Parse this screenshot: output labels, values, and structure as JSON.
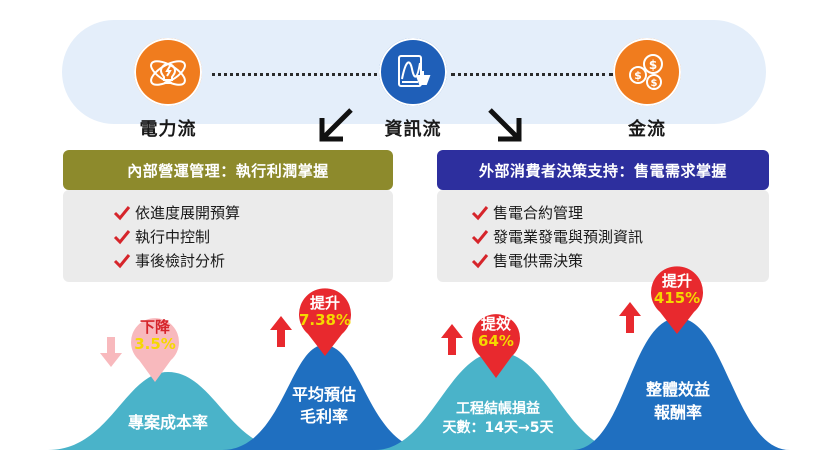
{
  "flows": {
    "power": {
      "label": "電力流",
      "color": "#f07c1e"
    },
    "info": {
      "label": "資訊流",
      "color": "#1f5fb8"
    },
    "money": {
      "label": "金流",
      "color": "#f07c1e"
    }
  },
  "internal": {
    "header": "內部營運管理：執行利潤掌握",
    "header_color": "#8d8a2c",
    "items": [
      "依進度展開預算",
      "執行中控制",
      "事後檢討分析"
    ]
  },
  "external": {
    "header": "外部消費者決策支持：售電需求掌握",
    "header_color": "#2d2f9e",
    "items": [
      "售電合約管理",
      "發電業發電與預測資訊",
      "售電供需決策"
    ]
  },
  "metrics": [
    {
      "label": "專案成本率",
      "badge_top": "下降",
      "badge_value": "3.5%",
      "direction": "down",
      "color": "#4ab3c9"
    },
    {
      "label_line1": "平均預估",
      "label_line2": "毛利率",
      "badge_top": "提升",
      "badge_value": "7.38%",
      "direction": "up",
      "color": "#1f6fc0"
    },
    {
      "label_line1": "工程結帳損益",
      "label_line2": "天數：14天→5天",
      "badge_top": "提效",
      "badge_value": "64%",
      "direction": "up",
      "color": "#4ab3c9"
    },
    {
      "label_line1": "整體效益",
      "label_line2": "報酬率",
      "badge_top": "提升",
      "badge_value": "415%",
      "direction": "up",
      "color": "#1f6fc0"
    }
  ]
}
